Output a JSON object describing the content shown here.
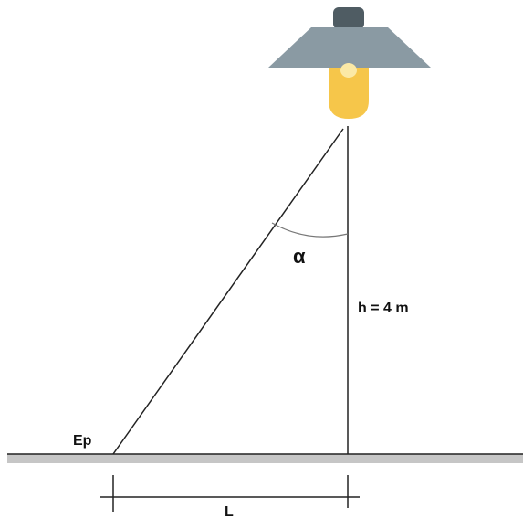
{
  "labels": {
    "angle": "α",
    "height": "h = 4 m",
    "point": "Ep",
    "distance": "L"
  },
  "colors": {
    "lamp_shade": "#8a9aa3",
    "lamp_cap": "#4f5c63",
    "bulb": "#f6c64a",
    "bulb_highlight": "#fbe9a6",
    "ground": "#c6c6c6",
    "line": "#222222",
    "arc": "#777777"
  },
  "icons": {
    "lamp": "street-lamp-icon"
  }
}
